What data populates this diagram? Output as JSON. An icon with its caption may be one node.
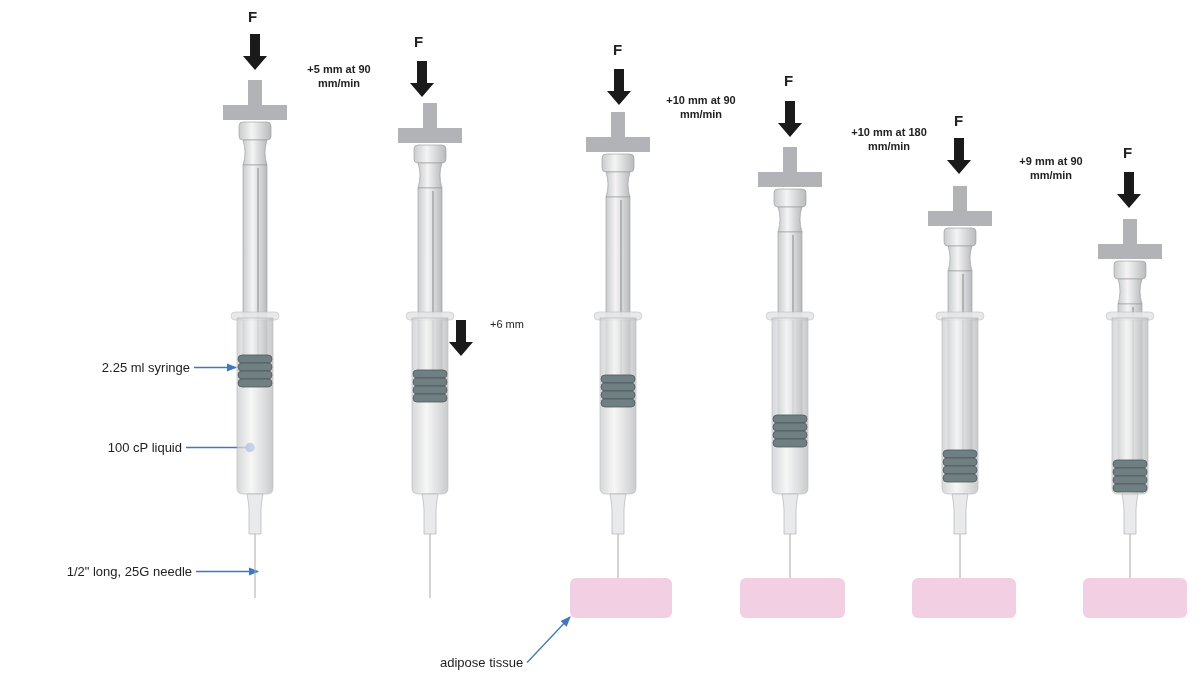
{
  "diagram": {
    "nodes": [
      {
        "text": [
          "2.25 ml syringe"
        ]
      },
      {
        "text": [
          "100 cP  liquid"
        ]
      },
      {
        "text": [
          "1/2\" long, 25G needle"
        ]
      },
      {
        "text": [
          "adipose tissue"
        ]
      },
      {
        "text": [],
        "shape": "picture"
      },
      {
        "text": [],
        "shape": "picture"
      },
      {
        "text": [],
        "shape": "picture"
      },
      {
        "text": [],
        "shape": "picture"
      },
      {
        "text": [],
        "shape": "picture"
      },
      {
        "text": [],
        "shape": "picture"
      },
      {
        "text": [],
        "shape": "box"
      },
      {
        "text": [],
        "shape": "box"
      },
      {
        "text": [],
        "shape": "box"
      },
      {
        "text": [],
        "shape": "box"
      }
    ],
    "edges": [
      {
        "from": 0,
        "to": 4,
        "arrow": "to"
      },
      {
        "from": 1,
        "to": 4,
        "arrow": "other"
      },
      {
        "from": 2,
        "to": 4,
        "arrow": "to"
      },
      {
        "from": 3,
        "to": 10,
        "arrow": "to"
      }
    ],
    "labels": [
      "F",
      "+5 mm at 90 mm/min",
      "F",
      "+6 mm",
      "F",
      "+10 mm at 90 mm/min",
      "F",
      "+10 mm at 180 mm/min",
      "F",
      "+9 mm at 90 mm/min",
      "F"
    ]
  }
}
